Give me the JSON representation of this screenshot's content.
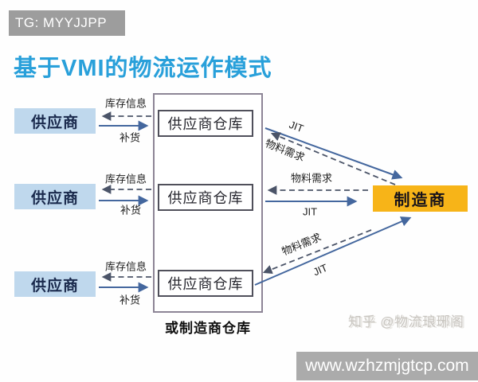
{
  "overlay": {
    "telegram_badge": "TG: MYYJJPP",
    "watermark": "知乎 @物流琅琊阁",
    "footer_url": "www.wzhzmjgtcp.com"
  },
  "title": "基于VMI的物流运作模式",
  "diagram": {
    "suppliers": [
      "供应商",
      "供应商",
      "供应商"
    ],
    "warehouses": [
      "供应商仓库",
      "供应商仓库",
      "供应商仓库"
    ],
    "container_caption": "或制造商仓库",
    "manufacturer": "制造商",
    "labels": {
      "inventory_info": "库存信息",
      "replenish": "补货",
      "material_demand": "物料需求",
      "jit": "JIT"
    },
    "flows": [
      {
        "from": "供应商仓库",
        "to": "供应商",
        "label": "库存信息",
        "style": "dashed",
        "row": 1
      },
      {
        "from": "供应商",
        "to": "供应商仓库",
        "label": "补货",
        "style": "solid",
        "row": 1
      },
      {
        "from": "供应商仓库",
        "to": "制造商",
        "label": "JIT",
        "style": "solid",
        "row": 1
      },
      {
        "from": "制造商",
        "to": "供应商仓库",
        "label": "物料需求",
        "style": "dashed",
        "row": 1
      },
      {
        "from": "供应商仓库",
        "to": "供应商",
        "label": "库存信息",
        "style": "dashed",
        "row": 2
      },
      {
        "from": "供应商",
        "to": "供应商仓库",
        "label": "补货",
        "style": "solid",
        "row": 2
      },
      {
        "from": "供应商仓库",
        "to": "制造商",
        "label": "JIT",
        "style": "solid",
        "row": 2
      },
      {
        "from": "制造商",
        "to": "供应商仓库",
        "label": "物料需求",
        "style": "dashed",
        "row": 2
      },
      {
        "from": "供应商仓库",
        "to": "供应商",
        "label": "库存信息",
        "style": "dashed",
        "row": 3
      },
      {
        "from": "供应商",
        "to": "供应商仓库",
        "label": "补货",
        "style": "solid",
        "row": 3
      },
      {
        "from": "供应商仓库",
        "to": "制造商",
        "label": "JIT",
        "style": "solid",
        "row": 3
      },
      {
        "from": "制造商",
        "to": "供应商仓库",
        "label": "物料需求",
        "style": "dashed",
        "row": 3
      }
    ]
  },
  "colors": {
    "title_blue": "#29a0da",
    "supplier_fill": "#bfd8ed",
    "manufacturer_fill": "#f7b418",
    "arrow_solid": "#44679e",
    "arrow_dashed": "#4b5468",
    "badge_gray": "#9d9d9d",
    "footer_gray": "#ababab",
    "watermark_gray": "#c9c6c1"
  }
}
